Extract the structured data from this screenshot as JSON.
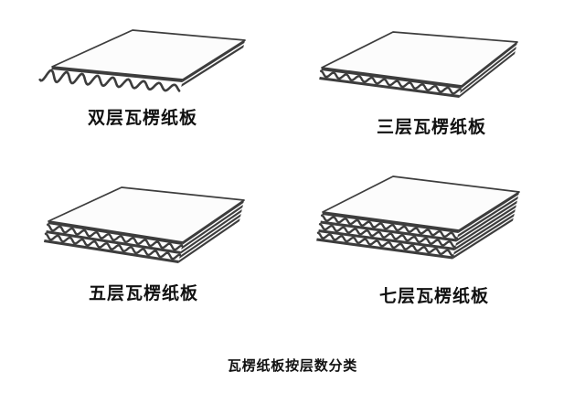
{
  "caption": "瓦楞纸板按层数分类",
  "colors": {
    "line": "#3d3d3d",
    "face": "#fcfcfc",
    "background": "#ffffff"
  },
  "panels": [
    {
      "id": "two-ply",
      "label": "双层瓦楞纸板",
      "layer_count": 2,
      "flute_rows": 1
    },
    {
      "id": "three-ply",
      "label": "三层瓦楞纸板",
      "layer_count": 3,
      "flute_rows": 1
    },
    {
      "id": "five-ply",
      "label": "五层瓦楞纸板",
      "layer_count": 5,
      "flute_rows": 2
    },
    {
      "id": "seven-ply",
      "label": "七层瓦楞纸板",
      "layer_count": 7,
      "flute_rows": 3
    }
  ]
}
